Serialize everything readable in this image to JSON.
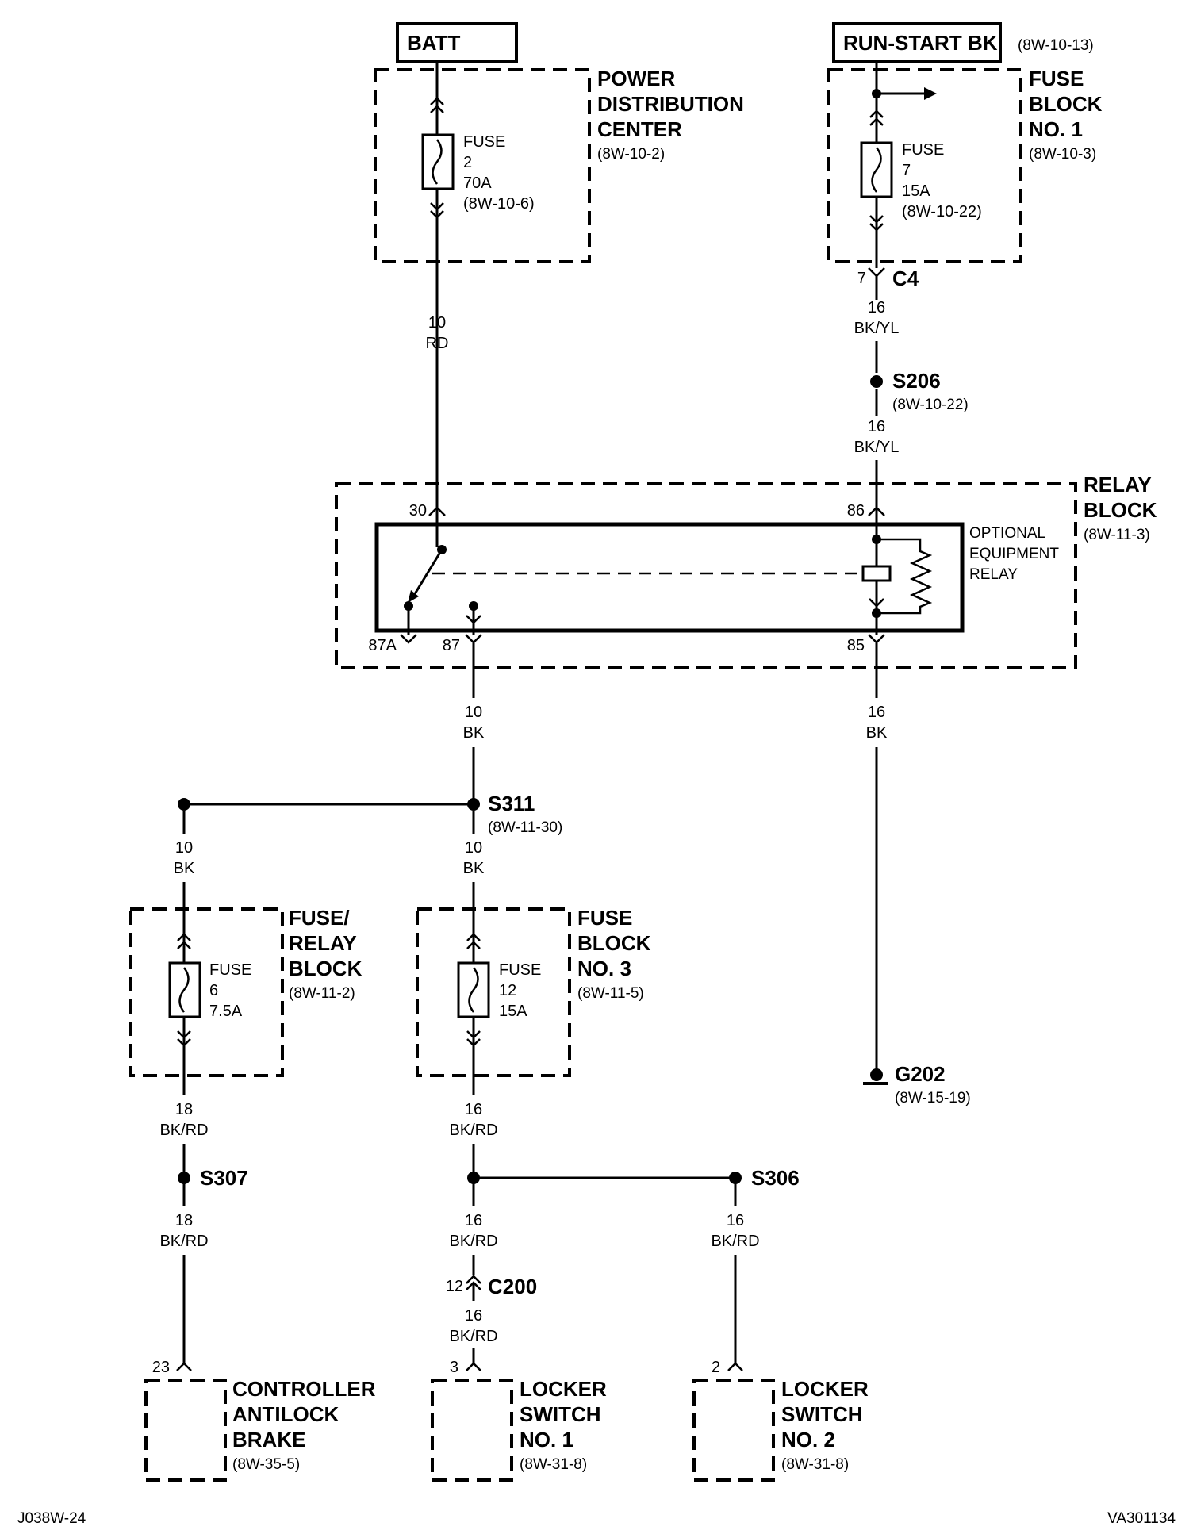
{
  "sources": {
    "batt": "BATT",
    "run_start": "RUN-START BK",
    "run_start_ref": "(8W-10-13)"
  },
  "pdc": {
    "title": [
      "POWER",
      "DISTRIBUTION",
      "CENTER"
    ],
    "ref": "(8W-10-2)",
    "fuse": [
      "FUSE",
      "2",
      "70A",
      "(8W-10-6)"
    ]
  },
  "fb1": {
    "title": [
      "FUSE",
      "BLOCK",
      "NO. 1"
    ],
    "ref": "(8W-10-3)",
    "fuse": [
      "FUSE",
      "7",
      "15A",
      "(8W-10-22)"
    ]
  },
  "c4": {
    "name": "C4",
    "pin": "7"
  },
  "wires": {
    "batt_relay": [
      "10",
      "RD"
    ],
    "c4_s206": [
      "16",
      "BK/YL"
    ],
    "s206_relay": [
      "16",
      "BK/YL"
    ],
    "relay_s311": [
      "10",
      "BK"
    ],
    "relay_g202": [
      "16",
      "BK"
    ],
    "s311_left": [
      "10",
      "BK"
    ],
    "s311_down": [
      "10",
      "BK"
    ],
    "frb_s307": [
      "18",
      "BK/RD"
    ],
    "s307_abs": [
      "18",
      "BK/RD"
    ],
    "fb3_split": [
      "16",
      "BK/RD"
    ],
    "split_c200": [
      "16",
      "BK/RD"
    ],
    "c200_locker1": [
      "16",
      "BK/RD"
    ],
    "s306_locker2": [
      "16",
      "BK/RD"
    ]
  },
  "s206": {
    "name": "S206",
    "ref": "(8W-10-22)"
  },
  "relay_block": {
    "title": [
      "RELAY",
      "BLOCK"
    ],
    "ref": "(8W-11-3)",
    "relay_name": [
      "OPTIONAL",
      "EQUIPMENT",
      "RELAY"
    ],
    "pins": {
      "p30": "30",
      "p86": "86",
      "p87a": "87A",
      "p87": "87",
      "p85": "85"
    }
  },
  "s311": {
    "name": "S311",
    "ref": "(8W-11-30)"
  },
  "g202": {
    "name": "G202",
    "ref": "(8W-15-19)"
  },
  "frb": {
    "title": [
      "FUSE/",
      "RELAY",
      "BLOCK"
    ],
    "ref": "(8W-11-2)",
    "fuse": [
      "FUSE",
      "6",
      "7.5A"
    ]
  },
  "fb3": {
    "title": [
      "FUSE",
      "BLOCK",
      "NO. 3"
    ],
    "ref": "(8W-11-5)",
    "fuse": [
      "FUSE",
      "12",
      "15A"
    ]
  },
  "s307": {
    "name": "S307"
  },
  "s306": {
    "name": "S306"
  },
  "c200": {
    "name": "C200",
    "pin": "12"
  },
  "abs": {
    "title": [
      "CONTROLLER",
      "ANTILOCK",
      "BRAKE"
    ],
    "ref": "(8W-35-5)",
    "pin": "23"
  },
  "locker1": {
    "title": [
      "LOCKER",
      "SWITCH",
      "NO. 1"
    ],
    "ref": "(8W-31-8)",
    "pin": "3"
  },
  "locker2": {
    "title": [
      "LOCKER",
      "SWITCH",
      "NO. 2"
    ],
    "ref": "(8W-31-8)",
    "pin": "2"
  },
  "footer": {
    "left": "J038W-24",
    "right": "VA301134"
  }
}
